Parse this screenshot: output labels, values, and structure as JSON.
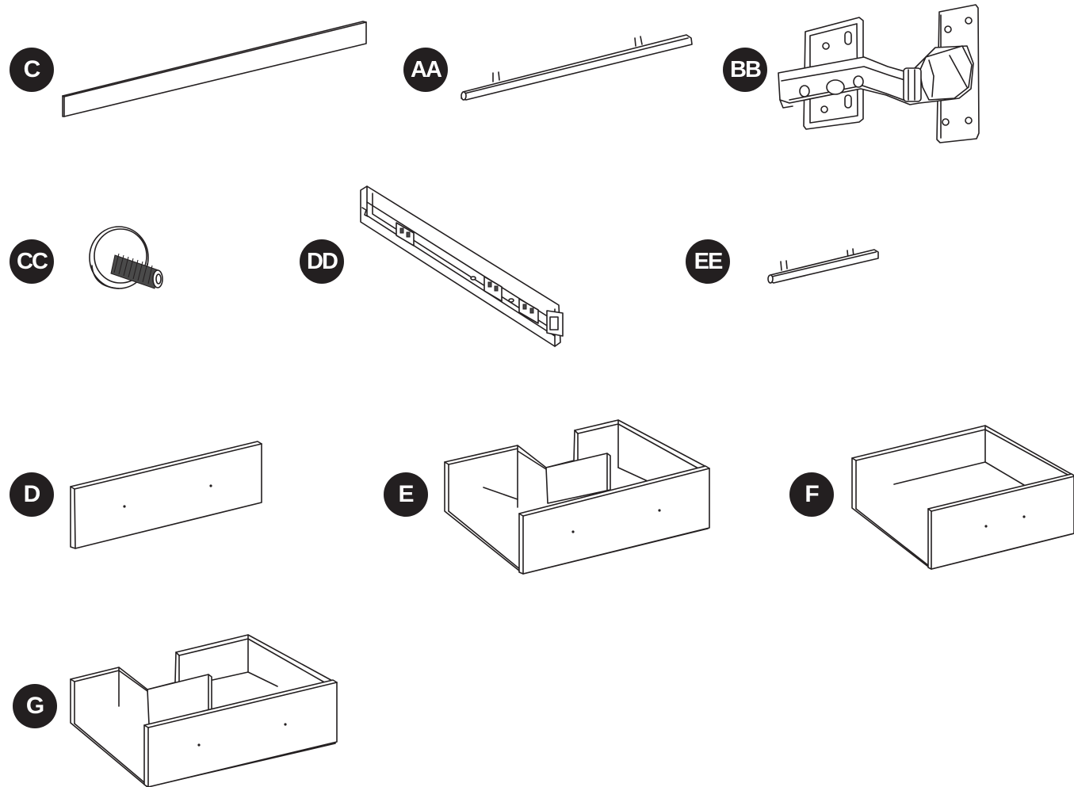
{
  "parts": [
    {
      "id": "C",
      "label": "C"
    },
    {
      "id": "AA",
      "label": "AA"
    },
    {
      "id": "BB",
      "label": "BB"
    },
    {
      "id": "CC",
      "label": "CC"
    },
    {
      "id": "DD",
      "label": "DD"
    },
    {
      "id": "EE",
      "label": "EE"
    },
    {
      "id": "D",
      "label": "D"
    },
    {
      "id": "E",
      "label": "E"
    },
    {
      "id": "F",
      "label": "F"
    },
    {
      "id": "G",
      "label": "G"
    }
  ]
}
